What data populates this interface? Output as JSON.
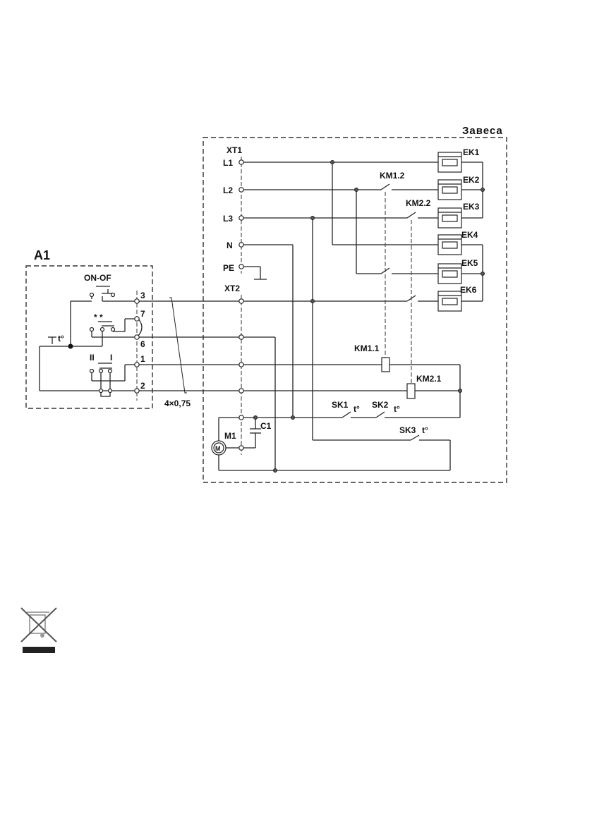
{
  "diagram": {
    "enclosure_label": "Завеса",
    "control_unit_label": "A1",
    "terminal_blocks": {
      "xt1": "XT1",
      "xt2": "XT2",
      "xt1_terminals": [
        "L1",
        "L2",
        "L3",
        "N",
        "PE"
      ]
    },
    "control_terminals": [
      "3",
      "7",
      "6",
      "1",
      "2"
    ],
    "switches": {
      "on_off": "ON-OF",
      "fan_mode": "* *",
      "speed_mode_2": "II",
      "speed_mode_1": "I",
      "thermostat": "t°"
    },
    "cable_label": "4×0,75",
    "heaters": [
      "EK1",
      "EK2",
      "EK3",
      "EK4",
      "EK5",
      "EK6"
    ],
    "contactor_contacts": [
      "KM1.2",
      "KM2.2"
    ],
    "contactor_coils": [
      "KM1.1",
      "KM2.1"
    ],
    "thermal_switches": [
      "SK1",
      "SK2",
      "SK3"
    ],
    "thermal_symbol": "t°",
    "motor": {
      "label": "M1",
      "symbol": "M"
    },
    "capacitor": "C1"
  },
  "footer": {
    "icon": "weee-crossed-bin-icon"
  }
}
